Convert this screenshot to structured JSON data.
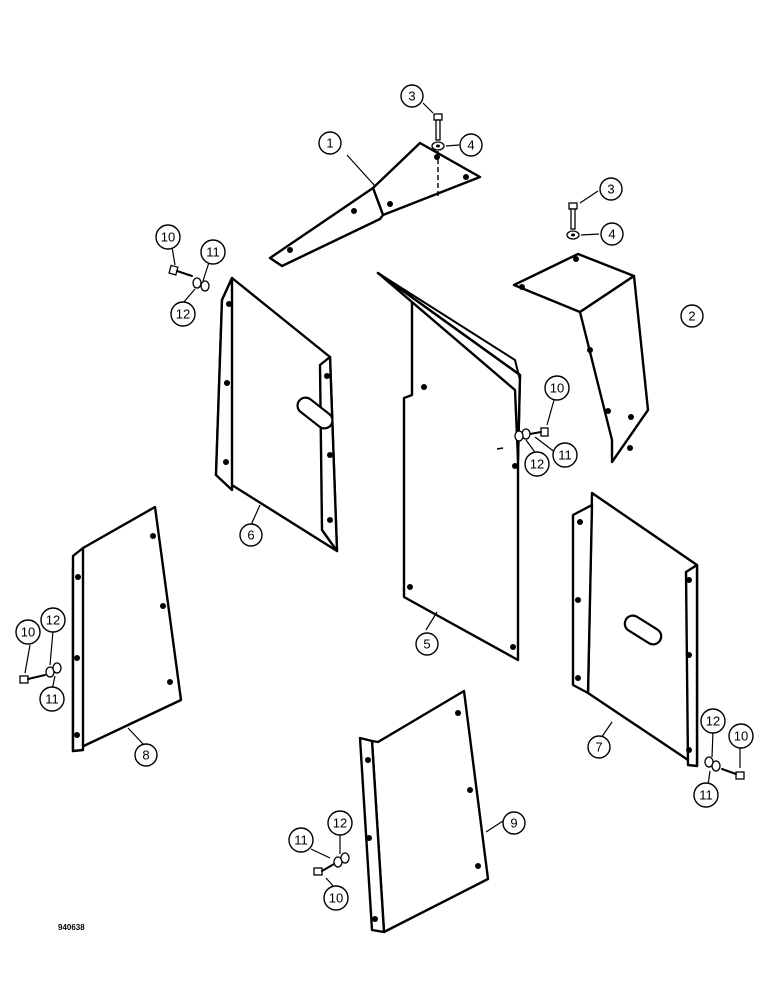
{
  "diagram": {
    "drawing_code": "940638",
    "callouts": [
      {
        "id": "c1",
        "label": "1"
      },
      {
        "id": "c2",
        "label": "2"
      },
      {
        "id": "c3a",
        "label": "3"
      },
      {
        "id": "c4a",
        "label": "4"
      },
      {
        "id": "c3b",
        "label": "3"
      },
      {
        "id": "c4b",
        "label": "4"
      },
      {
        "id": "c5",
        "label": "5"
      },
      {
        "id": "c6",
        "label": "6"
      },
      {
        "id": "c7",
        "label": "7"
      },
      {
        "id": "c8",
        "label": "8"
      },
      {
        "id": "c9",
        "label": "9"
      },
      {
        "id": "c10a",
        "label": "10"
      },
      {
        "id": "c11a",
        "label": "11"
      },
      {
        "id": "c12a",
        "label": "12"
      },
      {
        "id": "c10b",
        "label": "10"
      },
      {
        "id": "c12b",
        "label": "12"
      },
      {
        "id": "c11b",
        "label": "11"
      },
      {
        "id": "c10c",
        "label": "10"
      },
      {
        "id": "c12c",
        "label": "12"
      },
      {
        "id": "c11c",
        "label": "11"
      },
      {
        "id": "c12d",
        "label": "12"
      },
      {
        "id": "c10d",
        "label": "10"
      },
      {
        "id": "c11d",
        "label": "11"
      },
      {
        "id": "c11e",
        "label": "11"
      },
      {
        "id": "c12e",
        "label": "12"
      },
      {
        "id": "c10e",
        "label": "10"
      }
    ]
  }
}
